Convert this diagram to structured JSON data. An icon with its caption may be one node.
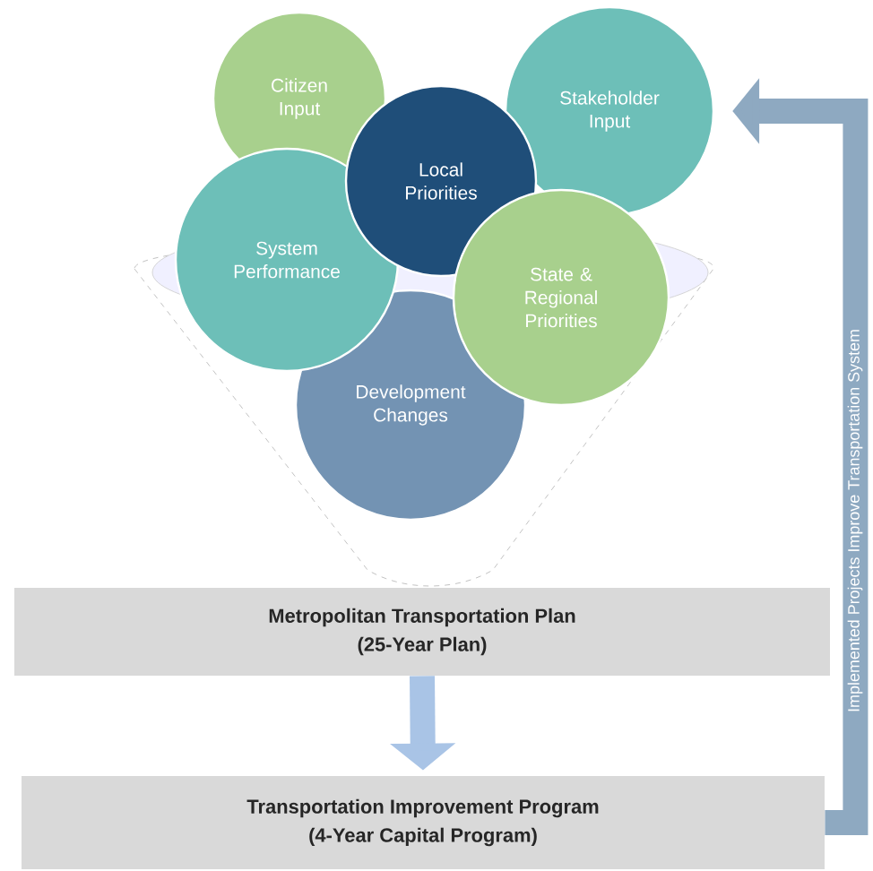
{
  "diagram": {
    "nodes": [
      {
        "text": [
          "Citizen Input"
        ]
      },
      {
        "text": [
          "Stakeholder Input"
        ]
      },
      {
        "text": [
          "Local Priorities"
        ]
      },
      {
        "text": [
          "System Performance"
        ]
      },
      {
        "text": [
          "State & Regional Priorities"
        ]
      },
      {
        "text": [
          "Development Changes"
        ]
      },
      {
        "text": [
          "Metropolitan Transportation Plan",
          "(25-Year Plan)"
        ]
      },
      {
        "text": [
          "Transportation Improvement Program",
          "(4-Year Capital Program)"
        ]
      }
    ],
    "edges": [
      {
        "from": 6,
        "to": 7,
        "arrow": "to",
        "color": "#a9c4e6"
      },
      {
        "from": 7,
        "to": 1,
        "arrow": "to",
        "label": "Implemented Projects Improve Transportation System",
        "color": "#8ea9c1"
      }
    ]
  }
}
